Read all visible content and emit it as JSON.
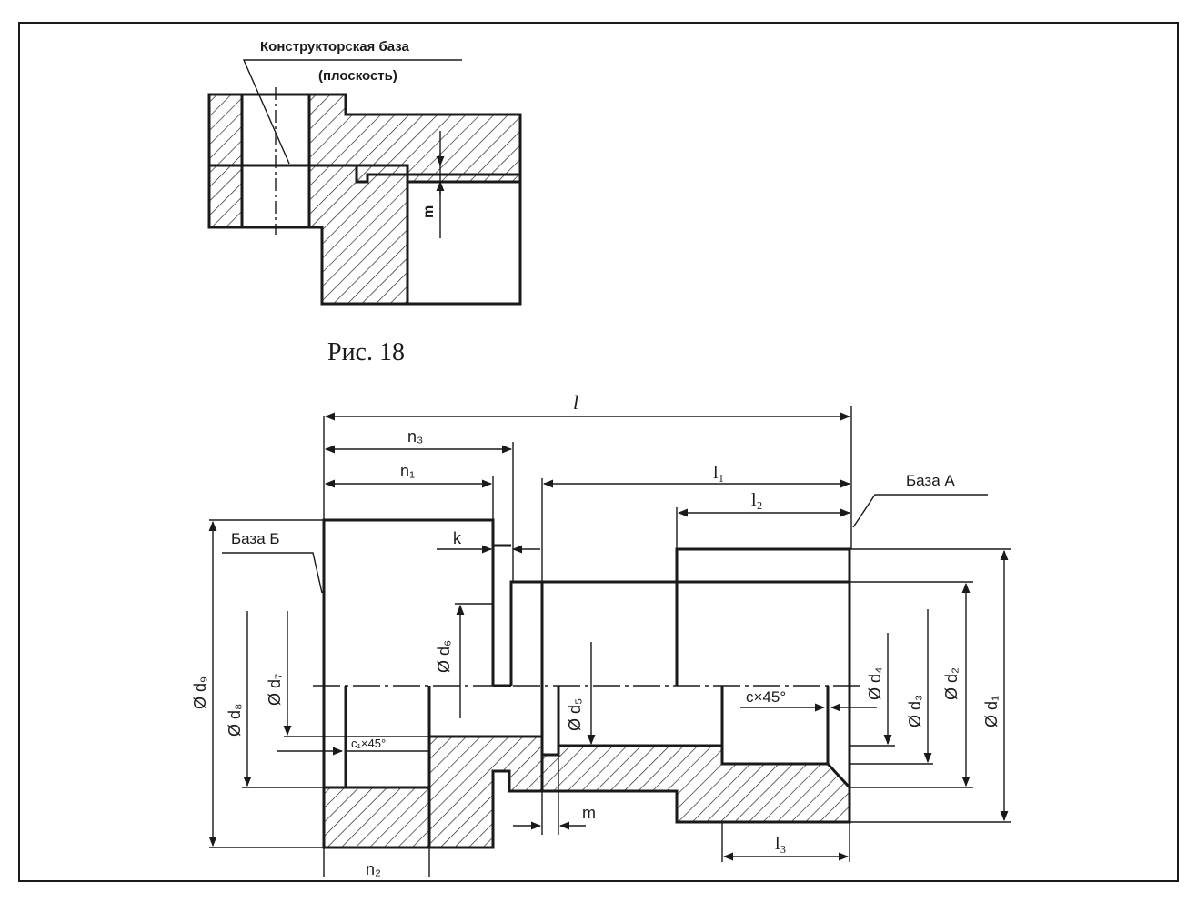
{
  "fig18": {
    "base_label_line1": "Конструкторская база",
    "base_label_line2": "(плоскость)",
    "dim_m": "m",
    "caption": "Рис. 18"
  },
  "fig19": {
    "dim_l": "l",
    "dim_n3": "n₃",
    "dim_n1": "n₁",
    "dim_l1": "l₁",
    "dim_l2": "l₂",
    "dim_k": "k",
    "base_a": "База А",
    "base_b": "База Б",
    "dim_d9": "Ø d₉",
    "dim_d8": "Ø d₈",
    "dim_d7": "Ø d₇",
    "dim_d6": "Ø d₆",
    "dim_d5": "Ø d₅",
    "dim_d4": "Ø d₄",
    "dim_d3": "Ø d₃",
    "dim_d2": "Ø d₂",
    "dim_d1": "Ø d₁",
    "chamfer_c": "c×45°",
    "chamfer_c1": "c₁×45°",
    "dim_m": "m",
    "dim_l3": "l₃",
    "dim_n2": "n₂"
  }
}
